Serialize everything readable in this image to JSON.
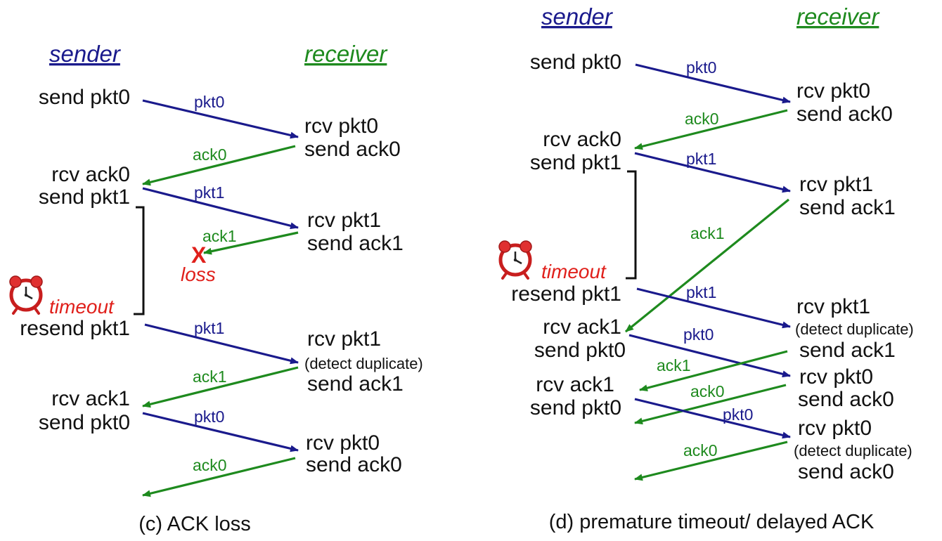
{
  "colors": {
    "blue": "#1a1a8c",
    "green": "#1e8a1e",
    "red": "#e0201b",
    "black": "#111111"
  },
  "icons": [
    "alarm-clock-icon",
    "loss-x-icon"
  ],
  "panel_c": {
    "sender_header": "sender",
    "receiver_header": "receiver",
    "sender_events": [
      "send pkt0",
      "rcv ack0",
      "send pkt1",
      "resend pkt1",
      "rcv ack1",
      "send pkt0"
    ],
    "receiver_events": [
      "rcv pkt0",
      "send ack0",
      "rcv pkt1",
      "send ack1",
      "rcv pkt1",
      "(detect duplicate)",
      "send ack1",
      "rcv pkt0",
      "send ack0"
    ],
    "messages": [
      "pkt0",
      "ack0",
      "pkt1",
      "ack1",
      "pkt1",
      "ack1",
      "pkt0",
      "ack0"
    ],
    "loss_mark": "X",
    "loss_label": "loss",
    "timeout_label": "timeout",
    "caption": "(c) ACK loss"
  },
  "panel_d": {
    "sender_header": "sender",
    "receiver_header": "receiver",
    "sender_events": [
      "send pkt0",
      "rcv ack0",
      "send pkt1",
      "resend pkt1",
      "rcv ack1",
      "send pkt0",
      "rcv ack1",
      "send pkt0"
    ],
    "receiver_events": [
      "rcv pkt0",
      "send ack0",
      "rcv pkt1",
      "send ack1",
      "rcv pkt1",
      "(detect duplicate)",
      "send ack1",
      "rcv pkt0",
      "send ack0",
      "rcv pkt0",
      "(detect duplicate)",
      "send ack0"
    ],
    "messages": [
      "pkt0",
      "ack0",
      "pkt1",
      "ack1",
      "pkt1",
      "pkt0",
      "ack1",
      "ack0",
      "pkt0",
      "ack0"
    ],
    "timeout_label": "timeout",
    "caption": "(d) premature timeout/ delayed ACK"
  }
}
